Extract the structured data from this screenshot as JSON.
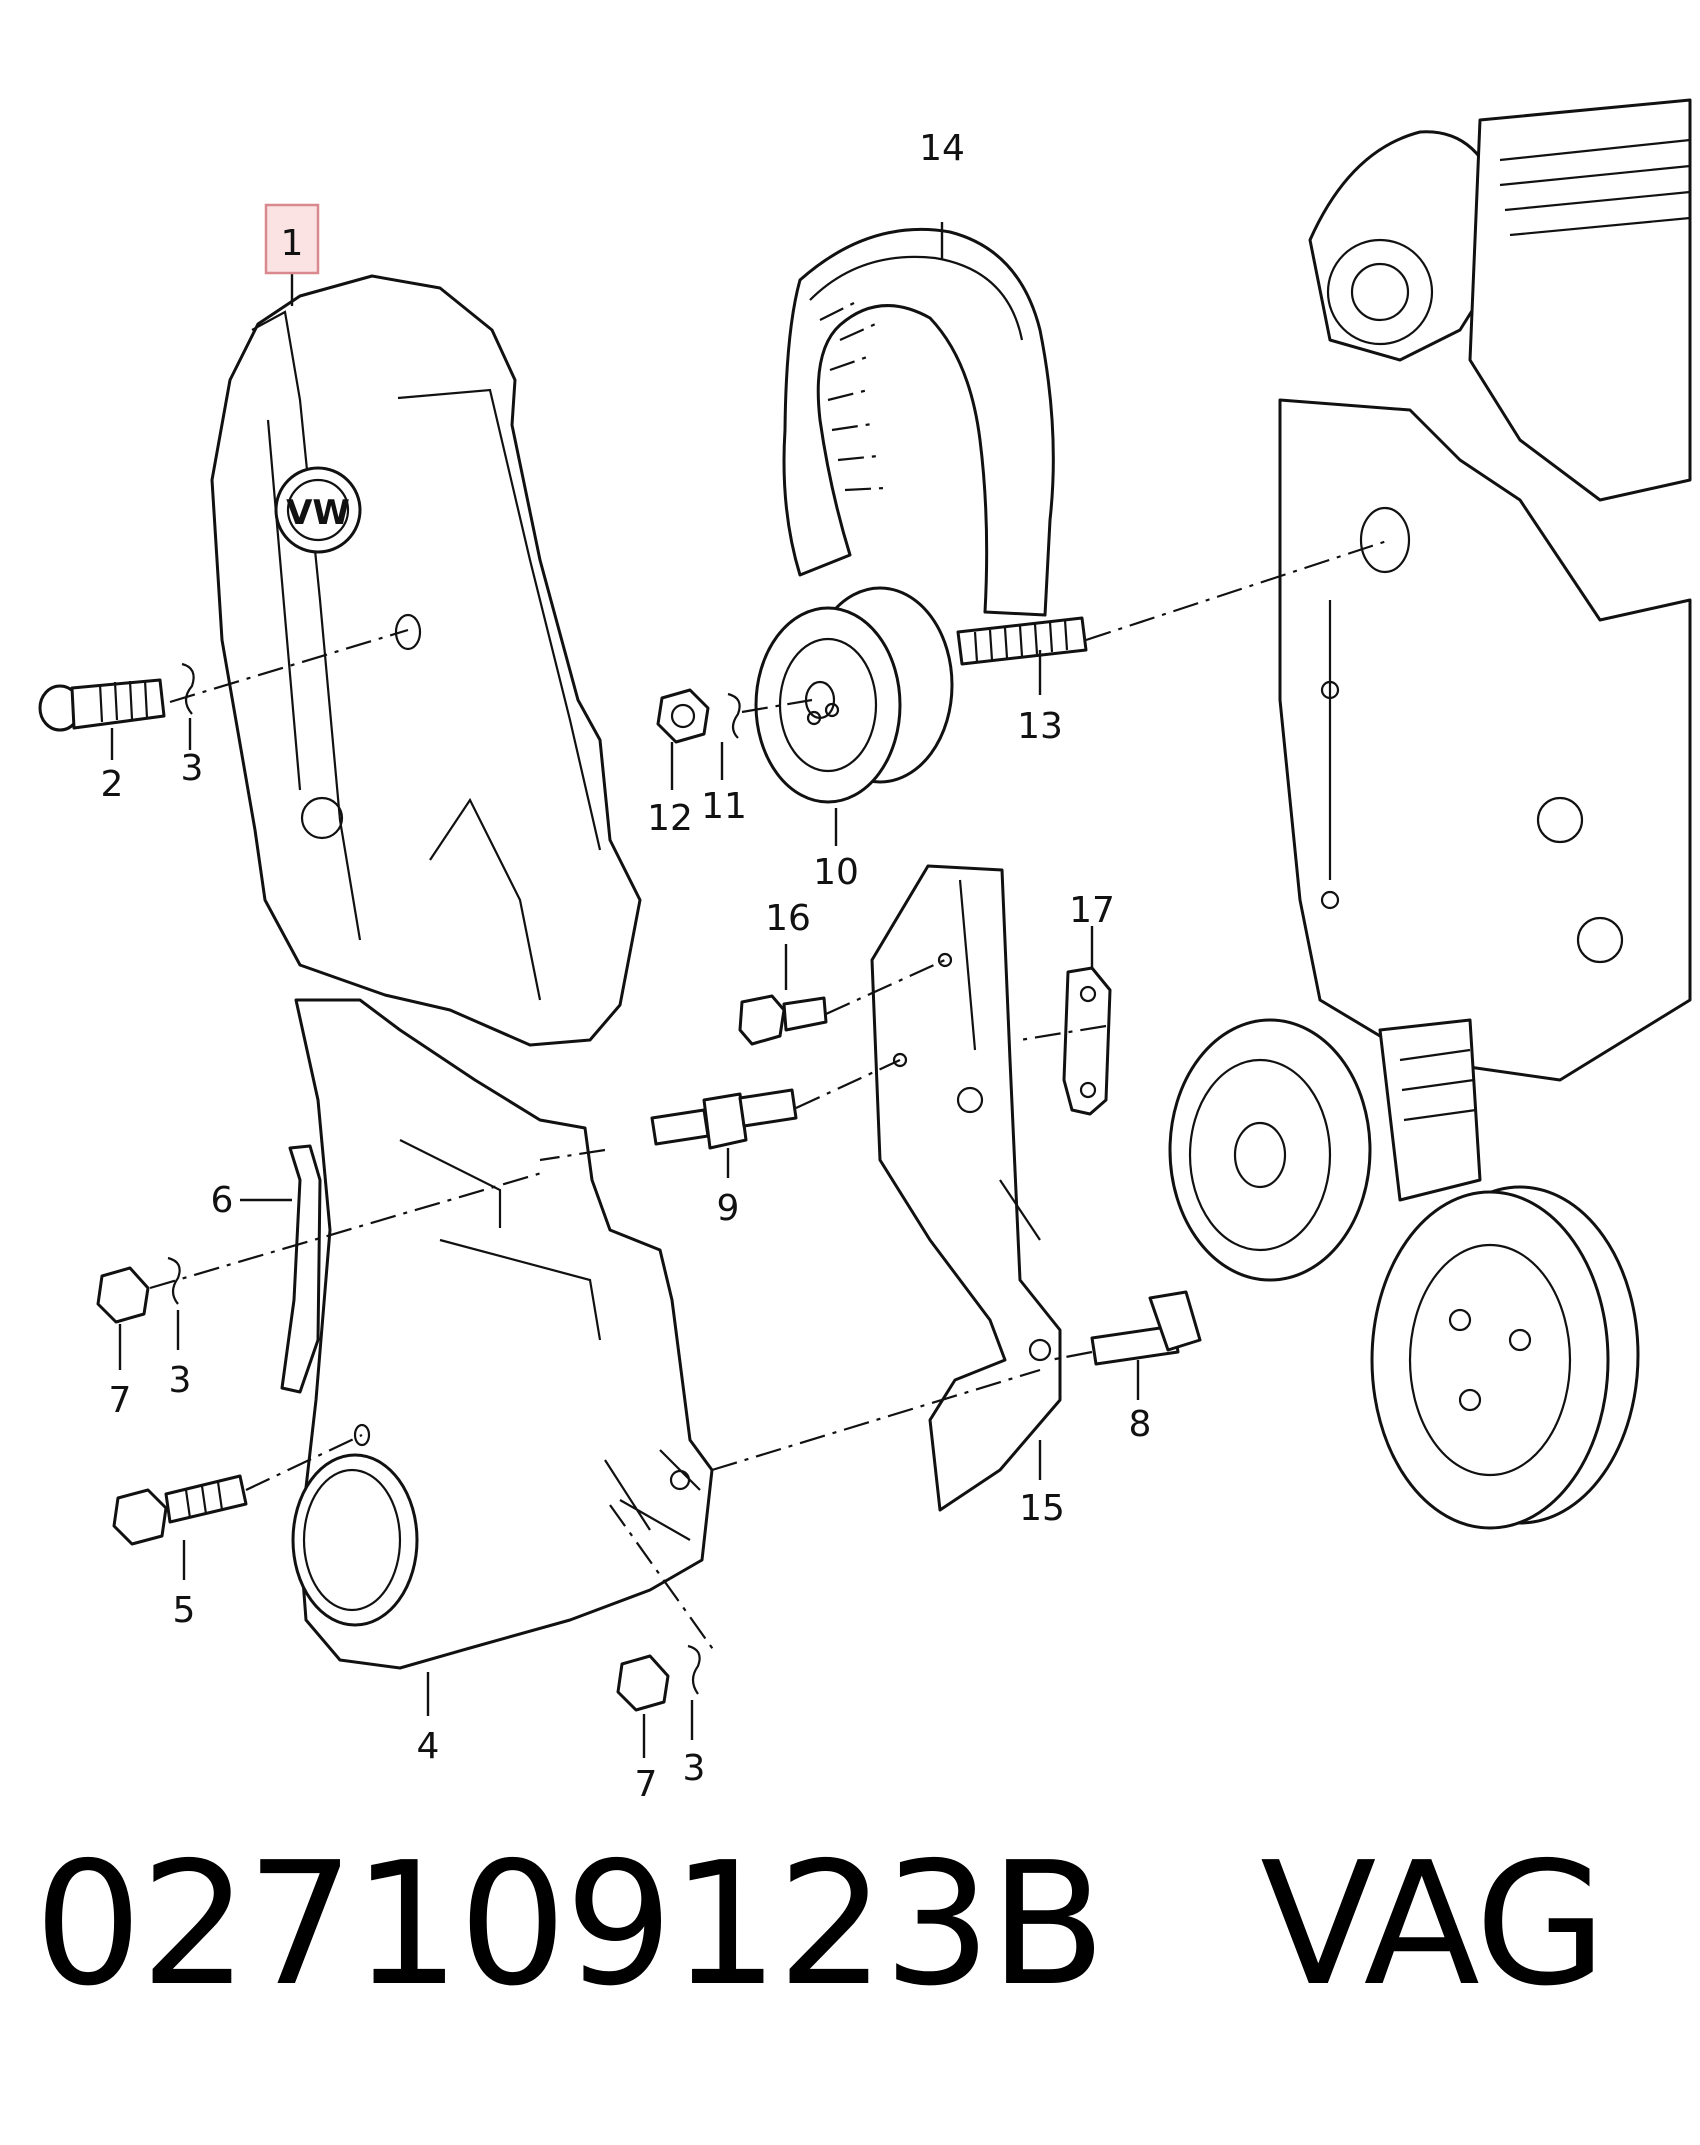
{
  "callouts": {
    "c1": "1",
    "c2": "2",
    "c3a": "3",
    "c3b": "3",
    "c3c": "3",
    "c4": "4",
    "c5": "5",
    "c6": "6",
    "c7a": "7",
    "c7b": "7",
    "c8": "8",
    "c9": "9",
    "c10": "10",
    "c11": "11",
    "c12": "12",
    "c13": "13",
    "c14": "14",
    "c15": "15",
    "c16": "16",
    "c17": "17"
  },
  "part_number": "027109123B",
  "brand": "VAG",
  "logo_text": "VW",
  "colors": {
    "highlight_box": "#d9888d",
    "highlight_fill": "#fbe3e4",
    "ink": "#111111"
  }
}
